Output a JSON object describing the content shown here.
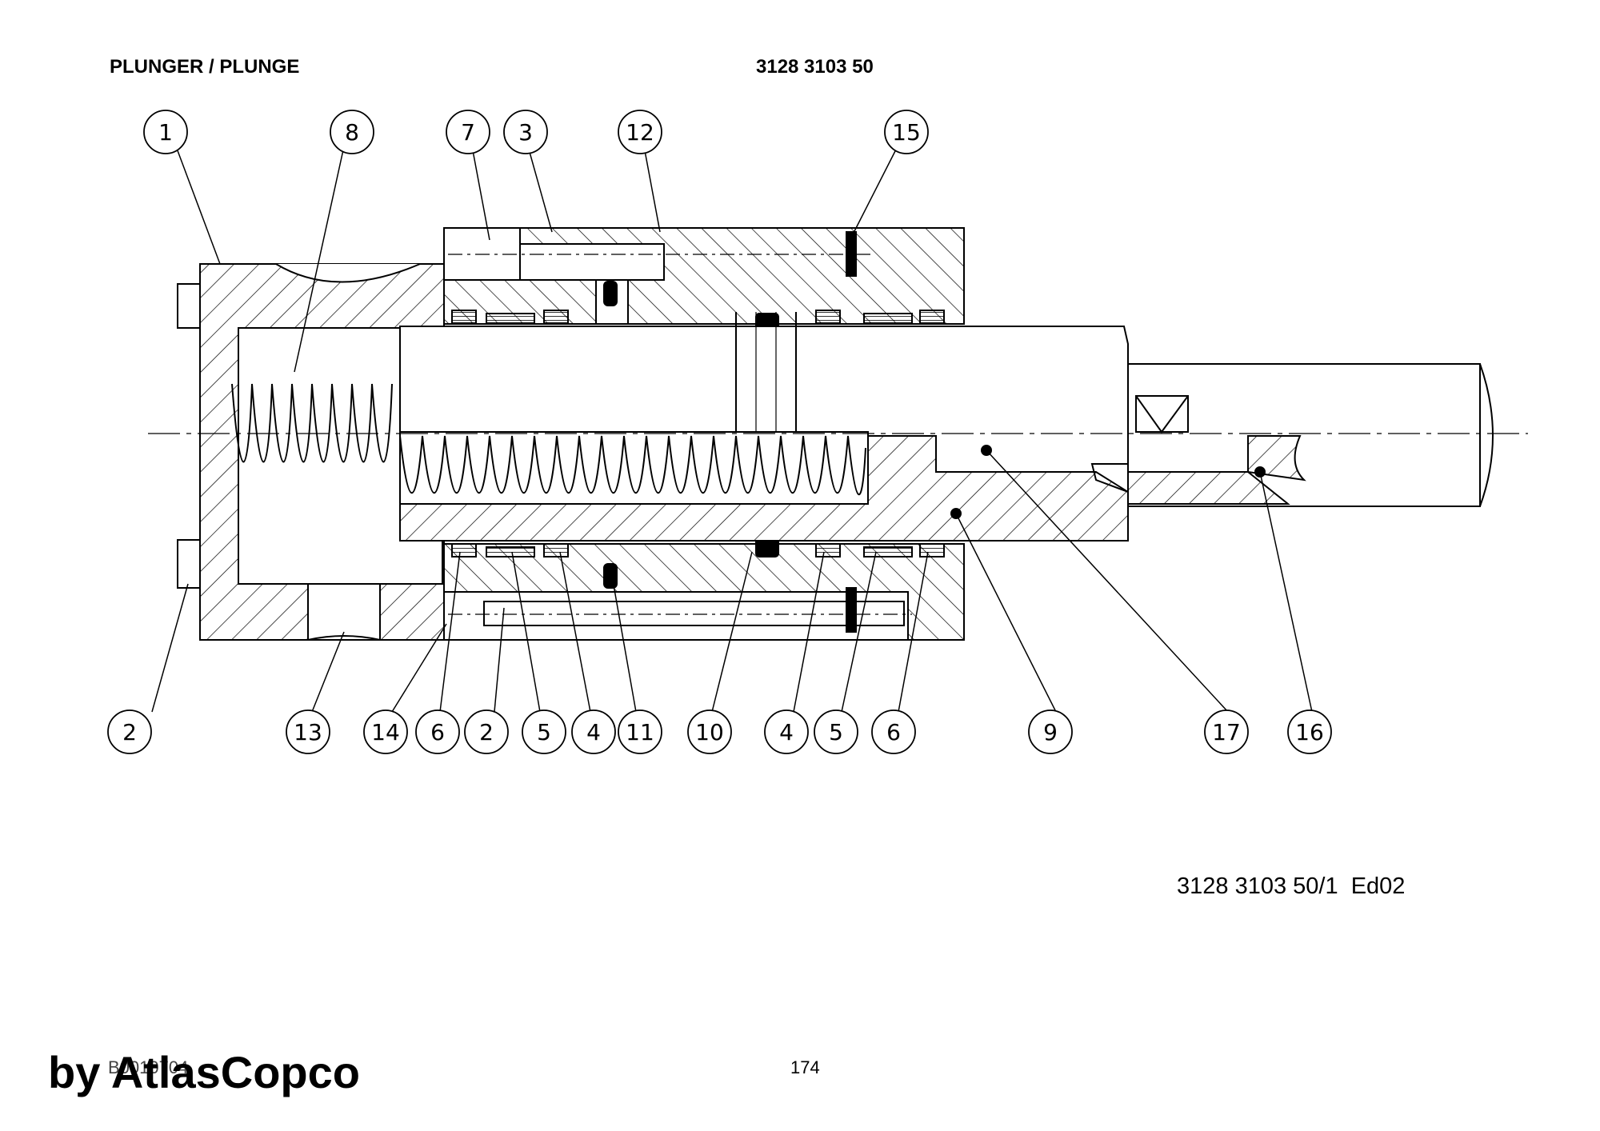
{
  "header": {
    "title": "PLUNGER / PLUNGE",
    "part_number": "3128 3103 50"
  },
  "balloons_top": [
    "1",
    "8",
    "7",
    "3",
    "12",
    "15"
  ],
  "balloons_bottom": [
    "2",
    "13",
    "14",
    "6",
    "2",
    "5",
    "4",
    "11",
    "10",
    "4",
    "5",
    "6",
    "9",
    "17",
    "16"
  ],
  "footer": {
    "edition": "3128 3103 50/1  Ed02",
    "doc_ref": "B0010704",
    "page": "174",
    "brand": "by AtlasCopco"
  },
  "colors": {
    "ink": "#000000",
    "paper": "#ffffff"
  }
}
